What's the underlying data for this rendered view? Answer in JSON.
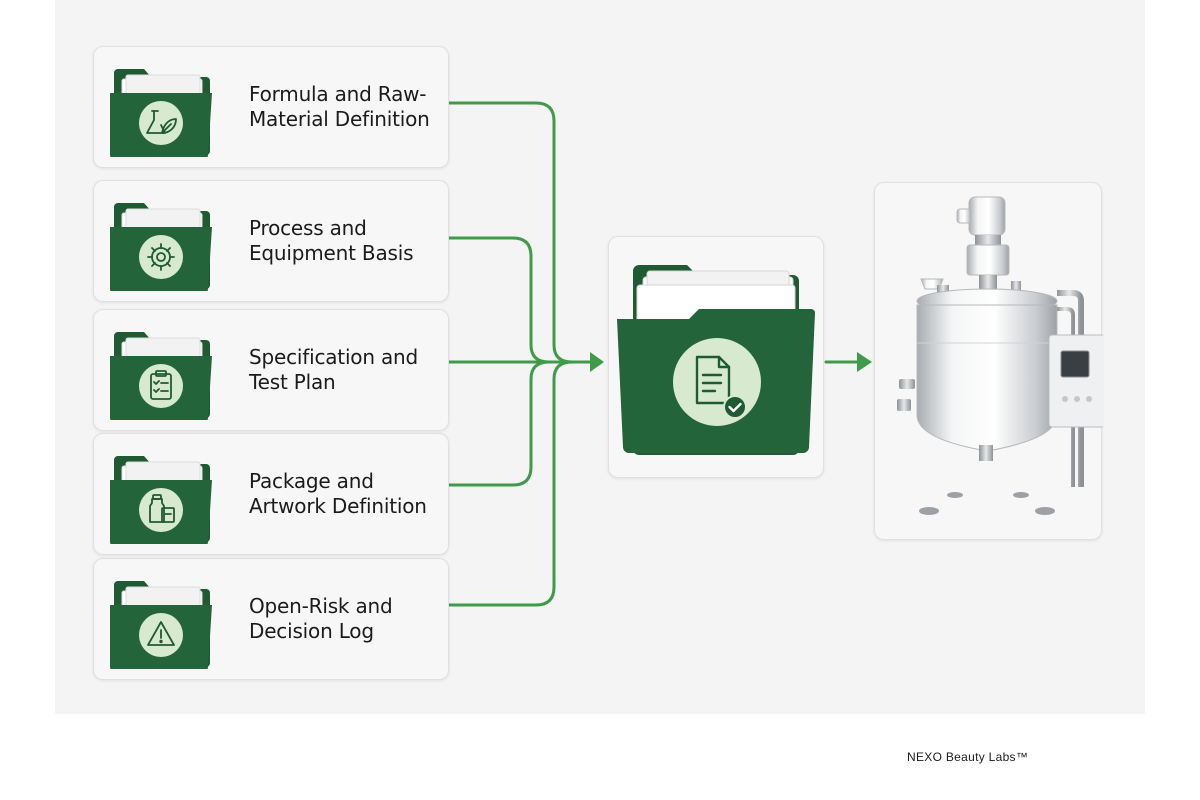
{
  "colors": {
    "folder_green": "#1f5a32",
    "connector_green": "#3f9a49",
    "icon_circle": "#d7ead0",
    "icon_stroke": "#1f5a32"
  },
  "inputs": [
    {
      "label": "Formula and Raw-Material Definition",
      "icon": "flask-leaf-icon"
    },
    {
      "label": "Process and Equipment Basis",
      "icon": "gear-icon"
    },
    {
      "label": "Specification and Test Plan",
      "icon": "clipboard-checklist-icon"
    },
    {
      "label": "Package and Artwork Definition",
      "icon": "bottle-package-icon"
    },
    {
      "label": "Open-Risk and Decision Log",
      "icon": "warning-icon"
    }
  ],
  "hub": {
    "icon": "approved-document-icon"
  },
  "output": {
    "image": "mixing-vessel-illustration"
  },
  "brand": "NEXO Beauty Labs™"
}
